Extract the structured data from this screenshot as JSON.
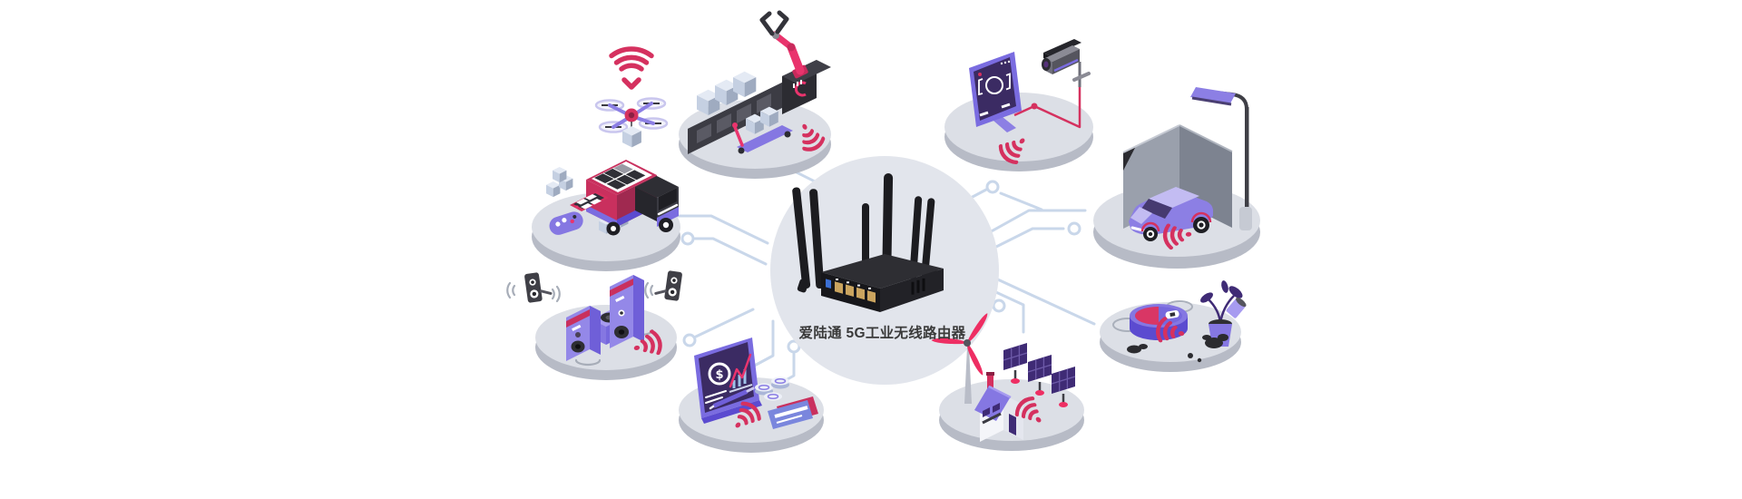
{
  "hub": {
    "label": "爱陆通 5G工业无线路由器",
    "device": "5g-industrial-wireless-router",
    "antenna_count": 6
  },
  "colors": {
    "background": "#ffffff",
    "accent_red": "#d5315f",
    "accent_pink": "#e9346d",
    "purple": "#8c7fe4",
    "purple_deep": "#5b4bd0",
    "screen_purple": "#3b2b63",
    "platform_top": "#dcdfe6",
    "platform_side": "#b7bbc6",
    "hub_circle": "#e2e5ec",
    "circuit_trace": "#c9d7ea",
    "device_black": "#1c1c20",
    "box_blue": "#c5d0e2"
  },
  "platforms": [
    {
      "id": "smart-factory",
      "icons": [
        "robot-arm-icon",
        "conveyor-machine-icon",
        "cargo-boxes-icon",
        "pallet-jack-icon",
        "wifi-signal-icon"
      ]
    },
    {
      "id": "drone-delivery",
      "icons": [
        "drone-icon",
        "package-icon",
        "wifi-signal-icon"
      ]
    },
    {
      "id": "smart-logistics-truck",
      "icons": [
        "cargo-truck-icon",
        "control-tablet-icon",
        "gamepad-icon",
        "cargo-boxes-icon"
      ]
    },
    {
      "id": "wireless-audio",
      "icons": [
        "speaker-towers-icon",
        "wall-speakers-icon",
        "sound-waves-icon",
        "wifi-signal-icon"
      ]
    },
    {
      "id": "smart-finance",
      "icons": [
        "dashboard-tablet-icon",
        "pen-icon",
        "coins-icon",
        "bank-cards-icon",
        "wifi-signal-icon"
      ]
    },
    {
      "id": "video-surveillance",
      "icons": [
        "monitor-icon",
        "cctv-camera-icon",
        "signal-cable-icon",
        "wifi-signal-icon"
      ]
    },
    {
      "id": "smart-parking",
      "icons": [
        "garage-icon",
        "car-icon",
        "street-lamp-icon",
        "wifi-signal-icon"
      ]
    },
    {
      "id": "robot-vacuum",
      "icons": [
        "robot-vacuum-icon",
        "potted-plant-icon",
        "debris-icon",
        "wifi-signal-icon"
      ]
    },
    {
      "id": "smart-energy",
      "icons": [
        "wind-turbine-icon",
        "solar-panels-icon",
        "house-icon",
        "wifi-signal-icon"
      ]
    }
  ]
}
